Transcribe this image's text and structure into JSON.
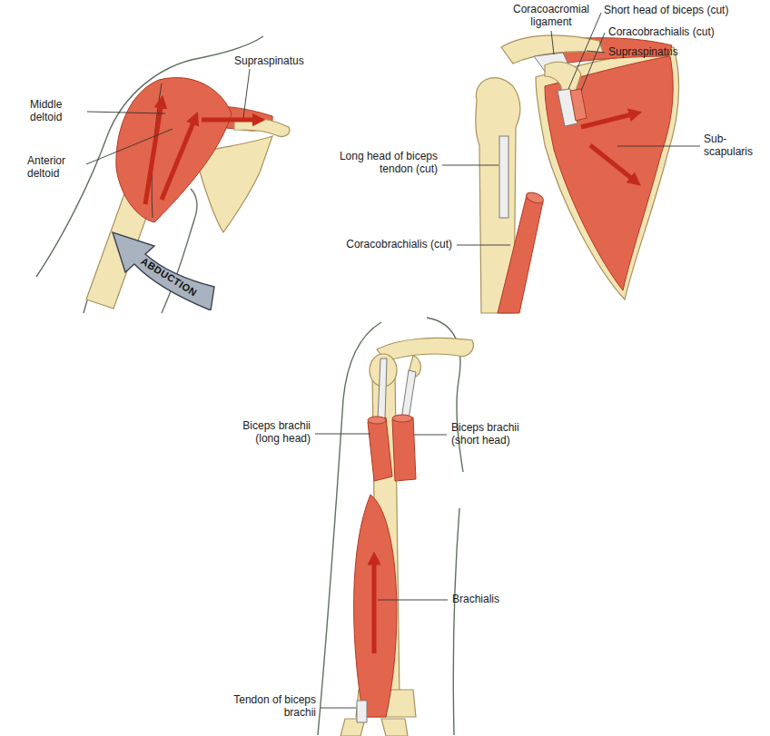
{
  "diagram": {
    "nodes": [
      {
        "text": [
          "ABDUCTION"
        ]
      }
    ],
    "labels": [
      "Middle deltoid",
      "Anterior deltoid",
      "Supraspinatus",
      "Coracoacromial ligament",
      "Short head of biceps (cut)",
      "Coracobrachialis (cut)",
      "Supraspinatus",
      "Long head of biceps tendon (cut)",
      "Sub- scapularis",
      "Coracobrachialis (cut)",
      "Biceps brachii (long head)",
      "Biceps brachii (short head)",
      "Brachialis",
      "Tendon of biceps brachii"
    ]
  }
}
